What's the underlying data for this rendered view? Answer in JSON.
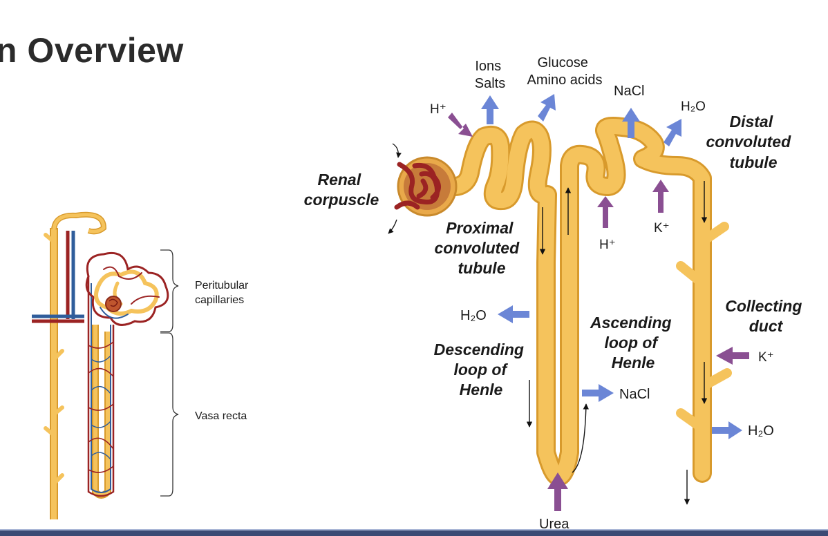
{
  "slide": {
    "title": "n Overview"
  },
  "left_diagram": {
    "peritubular_label": [
      "Peritubular",
      "capillaries"
    ],
    "vasa_recta_label": "Vasa recta"
  },
  "right_diagram": {
    "renal_corpuscle": [
      "Renal",
      "corpuscle"
    ],
    "proximal_tubule": [
      "Proximal",
      "convoluted",
      "tubule"
    ],
    "descending_loop": [
      "Descending",
      "loop of",
      "Henle"
    ],
    "ascending_loop": [
      "Ascending",
      "loop of",
      "Henle"
    ],
    "distal_tubule": [
      "Distal",
      "convoluted",
      "tubule"
    ],
    "collecting_duct": [
      "Collecting",
      "duct"
    ],
    "substances": {
      "h_plus_1": "H⁺",
      "ions": [
        "Ions",
        "Salts"
      ],
      "glucose": [
        "Glucose",
        "Amino acids"
      ],
      "nacl_top": "NaCl",
      "h2o_top": "H₂O",
      "h_plus_2": "H⁺",
      "k_plus_1": "K⁺",
      "h2o_desc": "H₂O",
      "nacl_asc": "NaCl",
      "urea": "Urea",
      "k_plus_2": "K⁺",
      "h2o_duct": "H₂O"
    }
  },
  "colors": {
    "tubule_fill": "#f5c35c",
    "tubule_edge": "#d89a2c",
    "artery": "#9b2323",
    "vein": "#2f5d9b",
    "arrow_blue": "#6b86d6",
    "arrow_purple": "#8a4f92"
  }
}
